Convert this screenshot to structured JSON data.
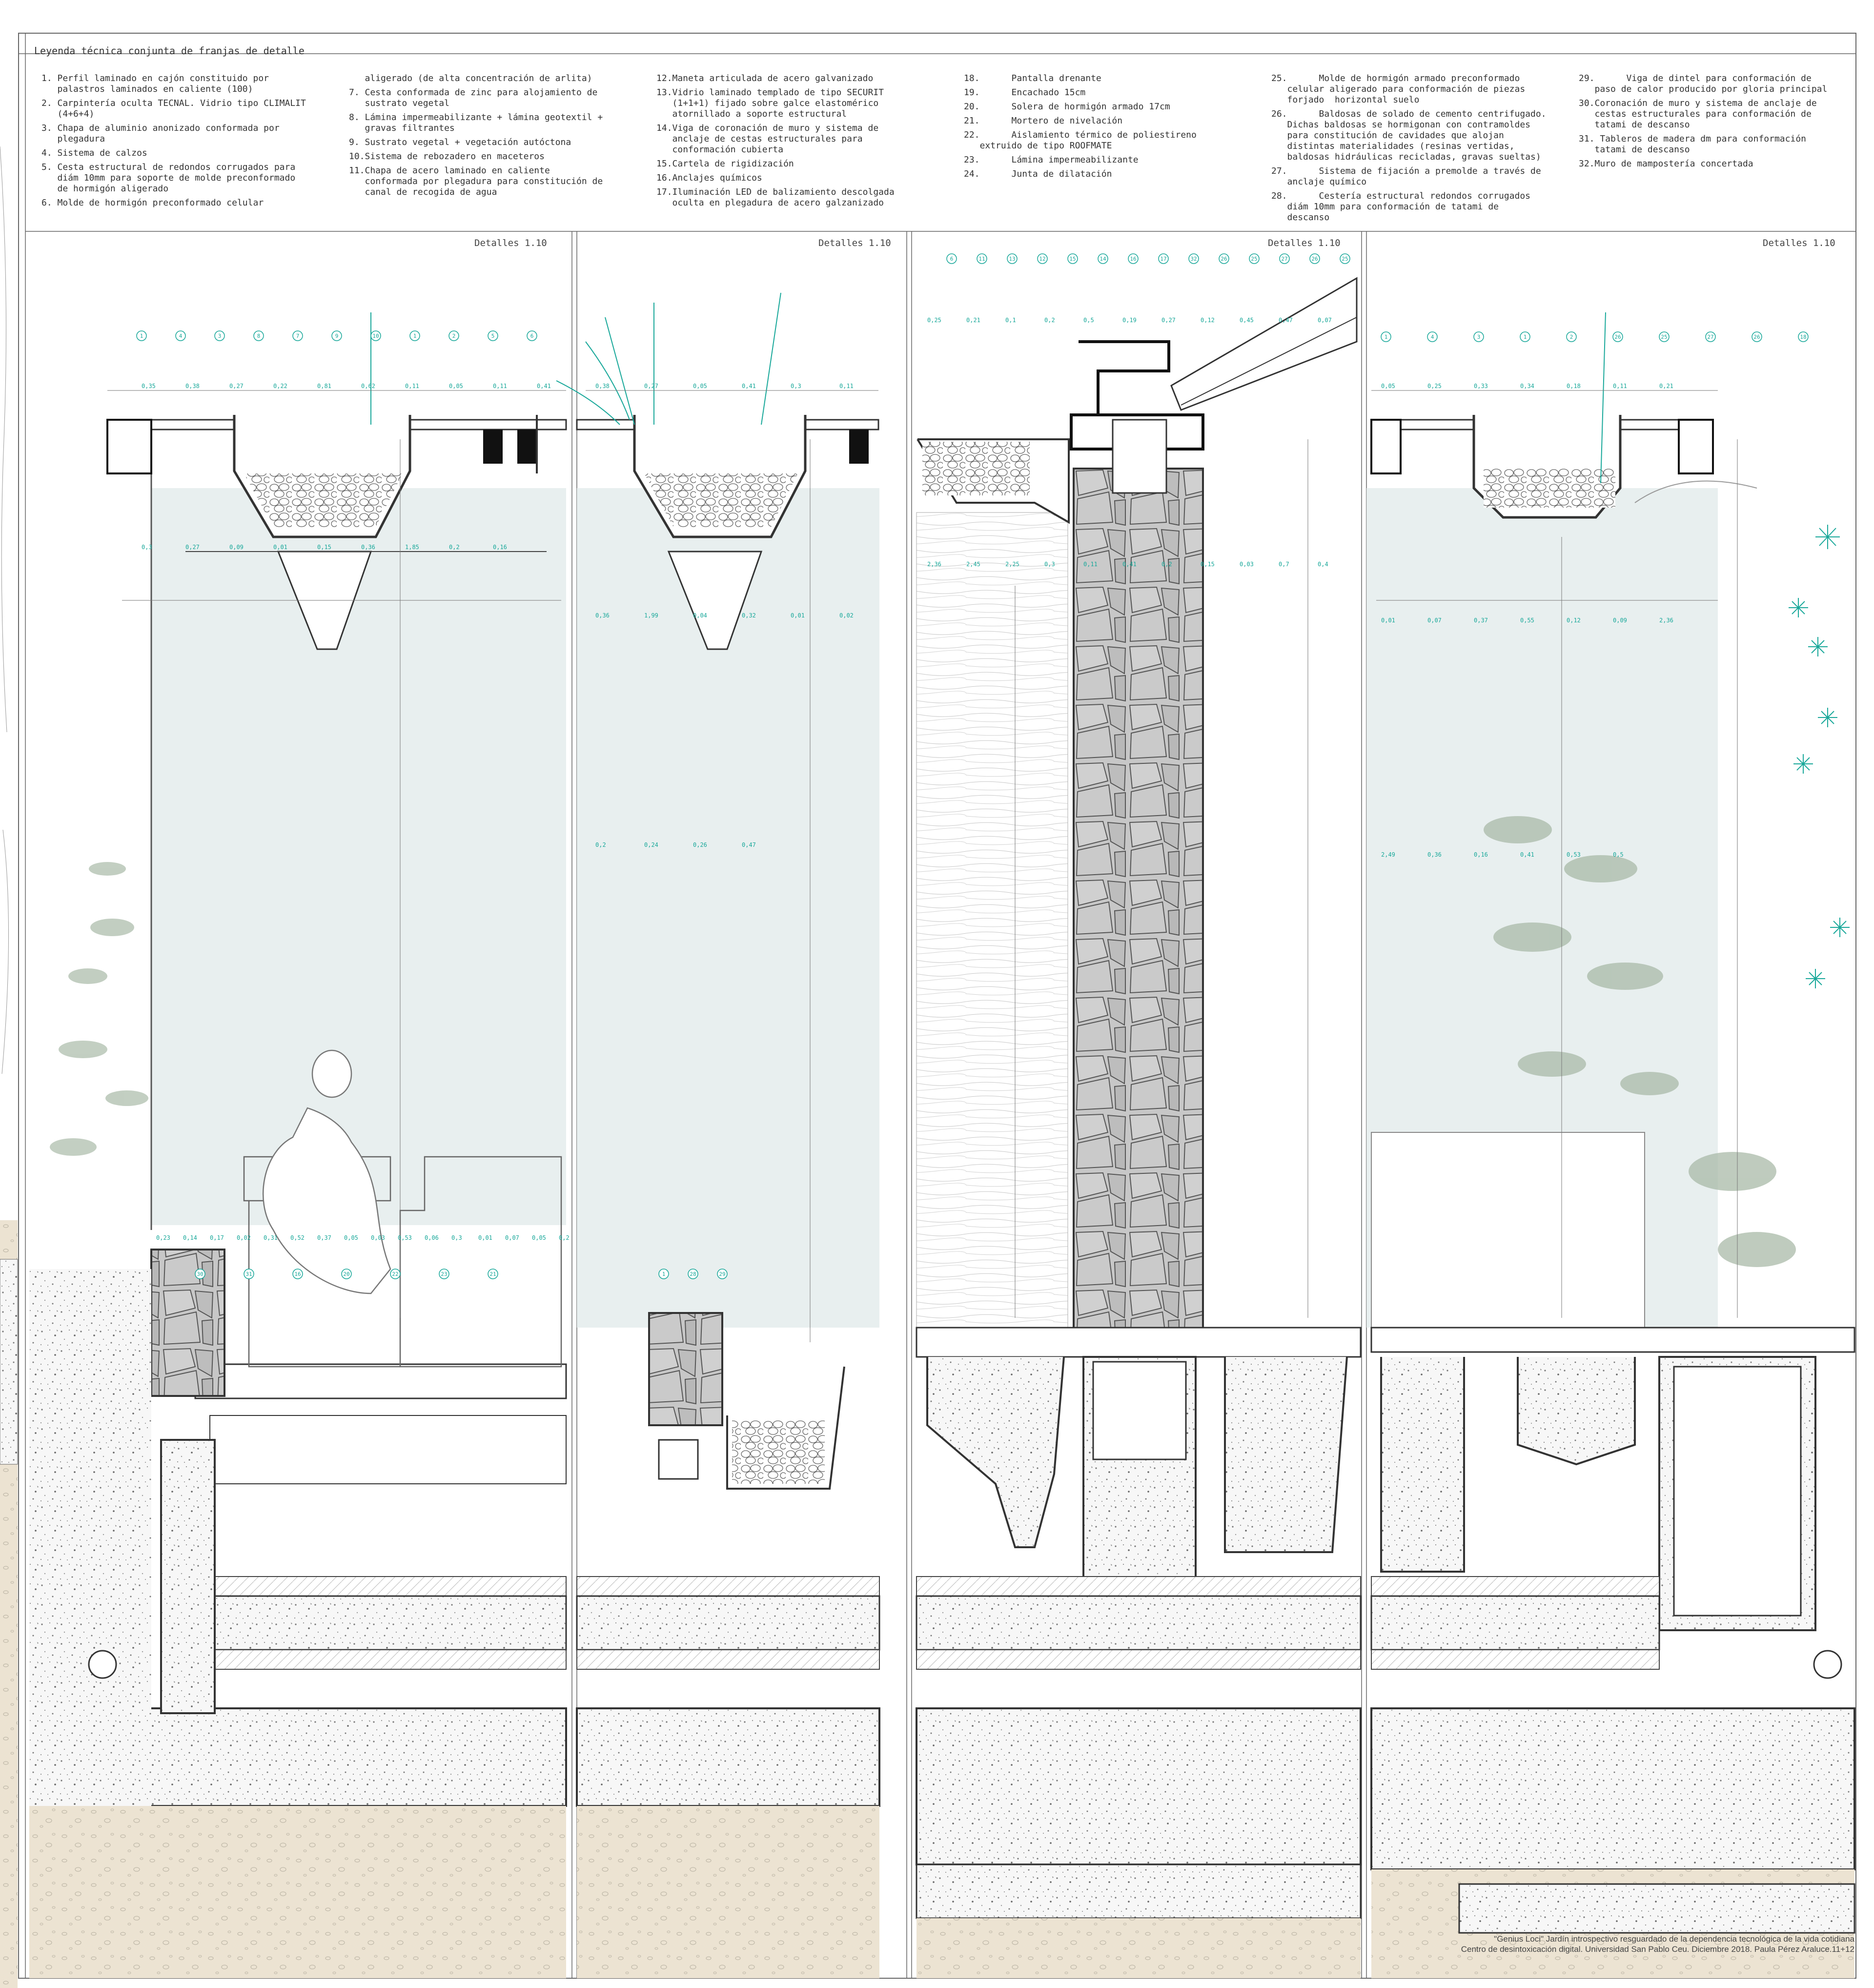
{
  "legend": {
    "title": "Leyenda técnica conjunta de franjas de detalle",
    "columns": [
      [
        "1. Perfil laminado en cajón constituido por\n   palastros laminados en caliente (100)",
        "2. Carpintería oculta TECNAL. Vidrio tipo CLIMALIT\n   (4+6+4)",
        "3. Chapa de aluminio anonizado conformada por\n   plegadura",
        "4. Sistema de calzos",
        "5. Cesta estructural de redondos corrugados para\n   diám 10mm para soporte de molde preconformado\n   de hormigón aligerado",
        "6. Molde de hormigón preconformado celular"
      ],
      [
        "   aligerado (de alta concentración de arlita)",
        "7. Cesta conformada de zinc para alojamiento de\n   sustrato vegetal",
        "8. Lámina impermeabilizante + lámina geotextil +\n   gravas filtrantes",
        "9. Sustrato vegetal + vegetación autóctona",
        "10.Sistema de rebozadero en maceteros",
        "11.Chapa de acero laminado en caliente\n   conformada por plegadura para constitución de\n   canal de recogida de agua"
      ],
      [
        "12.Maneta articulada de acero galvanizado",
        "13.Vidrio laminado templado de tipo SECURIT\n   (1+1+1) fijado sobre galce elastomérico\n   atornillado a soporte estructural",
        "14.Viga de coronación de muro y sistema de\n   anclaje de cestas estructurales para\n   conformación cubierta",
        "15.Cartela de rigidización",
        "16.Anclajes químicos",
        "17.Iluminación LED de balizamiento descolgada\n   oculta en plegadura de acero galzanizado"
      ],
      [
        "18.      Pantalla drenante",
        "19.      Encachado 15cm",
        "20.      Solera de hormigón armado 17cm",
        "21.      Mortero de nivelación",
        "22.      Aislamiento térmico de poliestireno\n   extruido de tipo ROOFMATE",
        "23.      Lámina impermeabilizante",
        "24.      Junta de dilatación"
      ],
      [
        "25.      Molde de hormigón armado preconformado\n   celular aligerado para conformación de piezas\n   forjado  horizontal suelo",
        "26.      Baldosas de solado de cemento centrifugado.\n   Dichas baldosas se hormigonan con contramoldes\n   para constitución de cavidades que alojan\n   distintas materialidades (resinas vertidas,\n   baldosas hidráulicas recicladas, gravas sueltas)",
        "27.      Sistema de fijación a premolde a través de\n   anclaje químico",
        "28.      Cestería estructural redondos corrugados\n   diám 10mm para conformación de tatami de\n   descanso"
      ],
      [
        "29.      Viga de dintel para conformación de\n   paso de calor producido por gloria principal",
        "30.Coronación de muro y sistema de anclaje de\n   cestas estructurales para conformación de\n   tatami de descanso",
        "31. Tableros de madera dm para conformación\n   tatami de descanso",
        "32.Muro de mampostería concertada"
      ]
    ]
  },
  "details": [
    {
      "label": "Detalles 1.10"
    },
    {
      "label": "Detalles 1.10"
    },
    {
      "label": "Detalles 1.10"
    },
    {
      "label": "Detalles 1.10"
    }
  ],
  "annotations": {
    "strip1_top": [
      "0,35",
      "0,38",
      "0,27",
      "0,22",
      "0,81",
      "0,62",
      "0,11",
      "0,05",
      "0,11",
      "0,41",
      "0,3",
      "0,27",
      "0,09",
      "0,01",
      "0,15",
      "0,36",
      "1,85",
      "0,2",
      "0,16"
    ],
    "strip1_bottom": [
      "0,23",
      "0,14",
      "0,17",
      "0,02",
      "0,31",
      "0,52",
      "0,37",
      "0,05",
      "0,03",
      "0,53",
      "0,06",
      "0,3",
      "0,01",
      "0,07",
      "0,05",
      "0,2"
    ],
    "strip2": [
      "0,38",
      "0,27",
      "0,05",
      "0,41",
      "0,3",
      "0,11",
      "0,36",
      "1,99",
      "0,04",
      "0,32",
      "0,01",
      "0,02",
      "0,2",
      "0,24",
      "0,26",
      "0,47"
    ],
    "strip3": [
      "0,25",
      "0,21",
      "0,1",
      "0,2",
      "0,5",
      "0,19",
      "0,27",
      "0,12",
      "0,45",
      "0,47",
      "0,07",
      "2,36",
      "2,45",
      "2,25",
      "0,3",
      "0,11",
      "0,41",
      "0,2",
      "0,15",
      "0,03",
      "0,7",
      "0,4"
    ],
    "strip4": [
      "0,05",
      "0,25",
      "0,33",
      "0,34",
      "0,18",
      "0,11",
      "0,21",
      "0,01",
      "0,07",
      "0,37",
      "0,55",
      "0,12",
      "0,09",
      "2,36",
      "2,49",
      "0,36",
      "0,16",
      "0,41",
      "0,53",
      "0,5"
    ],
    "callouts_strip1_top": [
      "1",
      "4",
      "3",
      "8",
      "7",
      "9",
      "10",
      "1",
      "2",
      "5",
      "6"
    ],
    "callouts_strip1_bottom": [
      "30",
      "31",
      "16",
      "20",
      "22",
      "23",
      "21"
    ],
    "callouts_strip2": [
      "1",
      "28",
      "29"
    ],
    "callouts_strip3": [
      "6",
      "11",
      "13",
      "12",
      "15",
      "14",
      "16",
      "17",
      "32",
      "26",
      "25",
      "27",
      "26",
      "25"
    ],
    "callouts_strip4": [
      "1",
      "4",
      "3",
      "1",
      "2",
      "26",
      "25",
      "27",
      "26",
      "18"
    ]
  },
  "credits": {
    "line1": "\"Genius Loci\" Jardín introspectivo resguardado de la dependencia tecnológica de la vida cotidiana",
    "line2": "Centro de desintoxicación digital. Universidad San Pablo Ceu. Diciembre 2018. Paula Pérez Araluce.11+12"
  },
  "colors": {
    "line": "#333333",
    "accent": "#19a89a",
    "glass": "#e4ecec",
    "sand": "#ece3d2",
    "stone": "#c9c9c9",
    "concrete": "#f4f4f4",
    "plant": "#a9baa8"
  }
}
